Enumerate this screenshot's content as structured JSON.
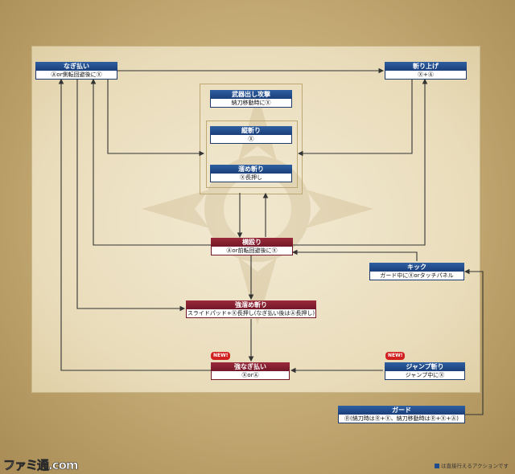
{
  "nodes": {
    "nagi": {
      "title": "なぎ払い",
      "cmd": "Ⓐor側転回避後にⓍ"
    },
    "kiriage": {
      "title": "斬り上げ",
      "cmd": "Ⓧ+Ⓐ"
    },
    "buki": {
      "title": "武器出し攻撃",
      "cmd": "納刀移動時にⓍ"
    },
    "tate": {
      "title": "縦斬り",
      "cmd": "Ⓧ"
    },
    "tame": {
      "title": "溜め斬り",
      "cmd": "Ⓧ長押し"
    },
    "yoko": {
      "title": "横殴り",
      "cmd": "Ⓐor前転回避後にⓍ"
    },
    "kick": {
      "title": "キック",
      "cmd": "ガード中にⓍorタッチパネル"
    },
    "kyotame": {
      "title": "強溜め斬り",
      "cmd": "スライドパッド+Ⓧ長押し(なぎ払い後はⒶ長押し)"
    },
    "kyonagi": {
      "title": "強なぎ払い",
      "cmd": "ⓍorⒶ"
    },
    "jump": {
      "title": "ジャンプ斬り",
      "cmd": "ジャンプ中にⓍ"
    },
    "guard": {
      "title": "ガード",
      "cmd": "Ⓡ(納刀時はⓇ+Ⓧ、納刀移動時はⓇ+Ⓧ+Ⓐ)"
    }
  },
  "new_badge": "NEW!",
  "footer": {
    "logo": "ファミ通.com",
    "note": "は直接行えるアクションです"
  },
  "colors": {
    "blue": "#1a3f7a",
    "red": "#731828",
    "line": "#333333"
  }
}
